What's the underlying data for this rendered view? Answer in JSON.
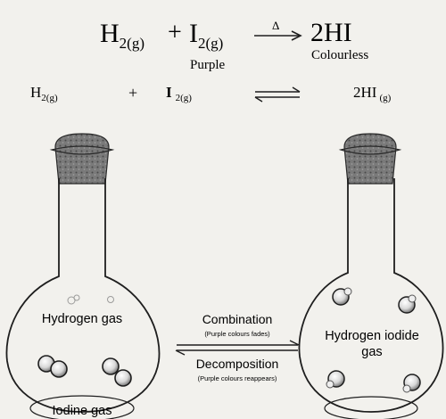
{
  "equation_top": {
    "lhs_h": "H",
    "lhs_h_sub": "2(g)",
    "plus": "+",
    "lhs_i": "I",
    "lhs_i_sub": "2(g)",
    "lhs_i_label": "Purple",
    "condition": "Δ",
    "rhs": "2HI",
    "rhs_label": "Colourless"
  },
  "equation_eq": {
    "h": "H",
    "h_sub": "2(g)",
    "plus": "+",
    "i": "I",
    "i_sub": "2(g)",
    "rhs": "2HI",
    "rhs_sub": "(g)"
  },
  "left_flask": {
    "gas_label": "Hydrogen gas",
    "bottom_label": "Iodine gas"
  },
  "right_flask": {
    "gas_label_line1": "Hydrogen iodide",
    "gas_label_line2": "gas"
  },
  "arrows": {
    "forward_label": "Combination",
    "forward_note": "(Purple colours fades)",
    "reverse_label": "Decomposition",
    "reverse_note": "(Purple colours reappears)"
  },
  "colors": {
    "ink": "#1e1e1e",
    "paper": "#f2f1ed",
    "stopper": "#6e6e6e"
  }
}
